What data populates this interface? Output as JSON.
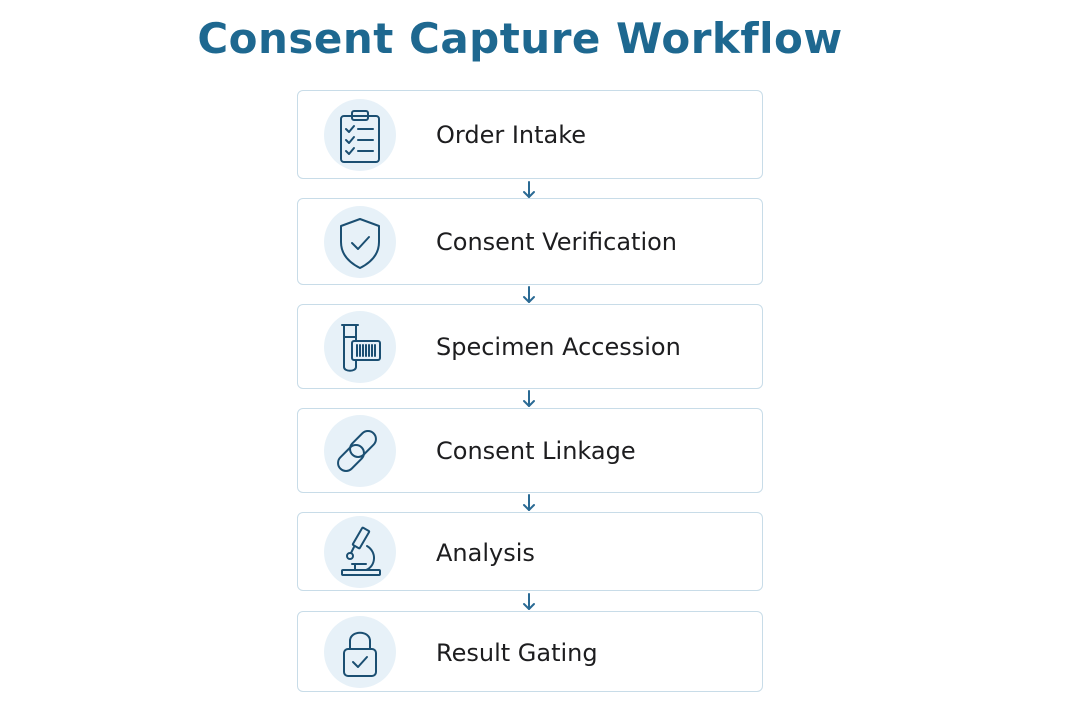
{
  "title": "Consent Capture Workflow",
  "colors": {
    "title": "#1e6890",
    "icon_stroke": "#1b4f72",
    "arrow": "#2a6a94",
    "box_border": "#c8dce8",
    "icon_bg": "#e7f1f8",
    "label": "#1d1d1f"
  },
  "steps": [
    {
      "label": "Order Intake",
      "icon": "clipboard-checklist-icon"
    },
    {
      "label": "Consent Verification",
      "icon": "shield-check-icon"
    },
    {
      "label": "Specimen Accession",
      "icon": "test-tube-barcode-icon"
    },
    {
      "label": "Consent Linkage",
      "icon": "chain-link-icon"
    },
    {
      "label": "Analysis",
      "icon": "microscope-icon"
    },
    {
      "label": "Result Gating",
      "icon": "padlock-check-icon"
    }
  ]
}
